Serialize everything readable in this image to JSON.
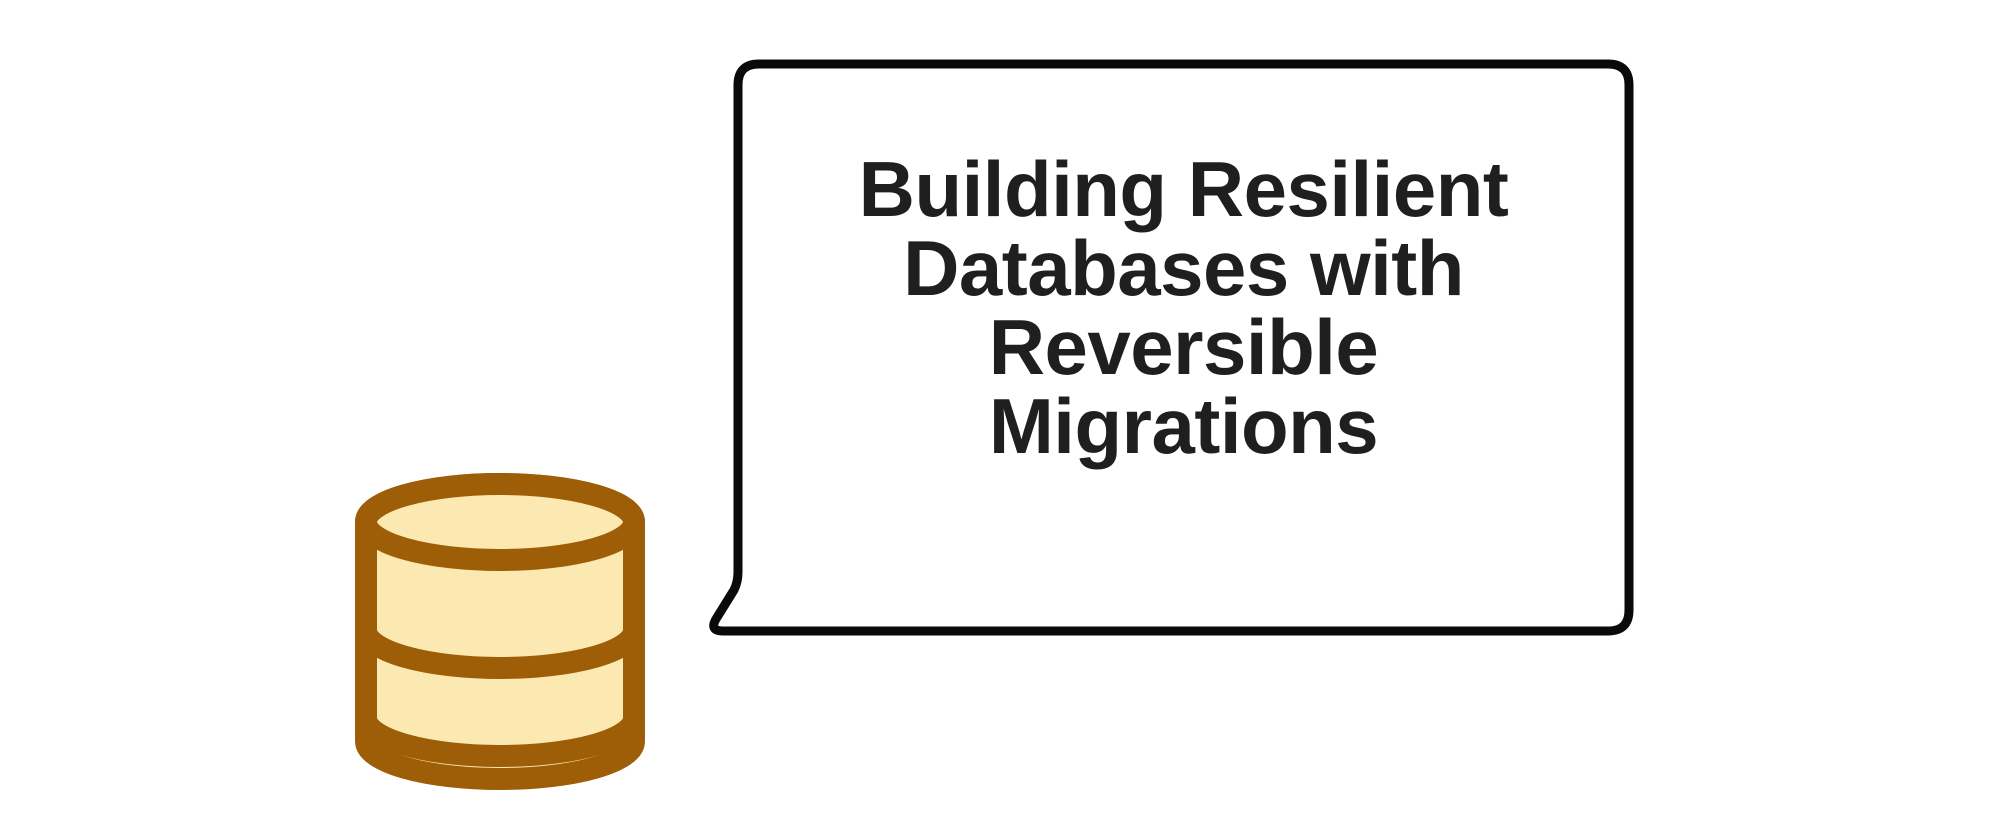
{
  "page": {
    "background_color": "#ffffff",
    "kind": "cover-illustration"
  },
  "speech_bubble": {
    "text": "Building Resilient Databases with Reversible Migrations",
    "display_text": "Building Resilient\nDatabases with\nReversible\nMigrations",
    "lines": [
      "Building Resilient",
      "Databases with",
      "Reversible",
      "Migrations"
    ],
    "fill_color": "#ffffff",
    "border_color": "#0a0a0a",
    "text_color": "#1f1f1f"
  },
  "database_icon": {
    "label": "database cylinder",
    "outline_color": "#9E5E08",
    "fill_color": "#FCE9B2"
  }
}
